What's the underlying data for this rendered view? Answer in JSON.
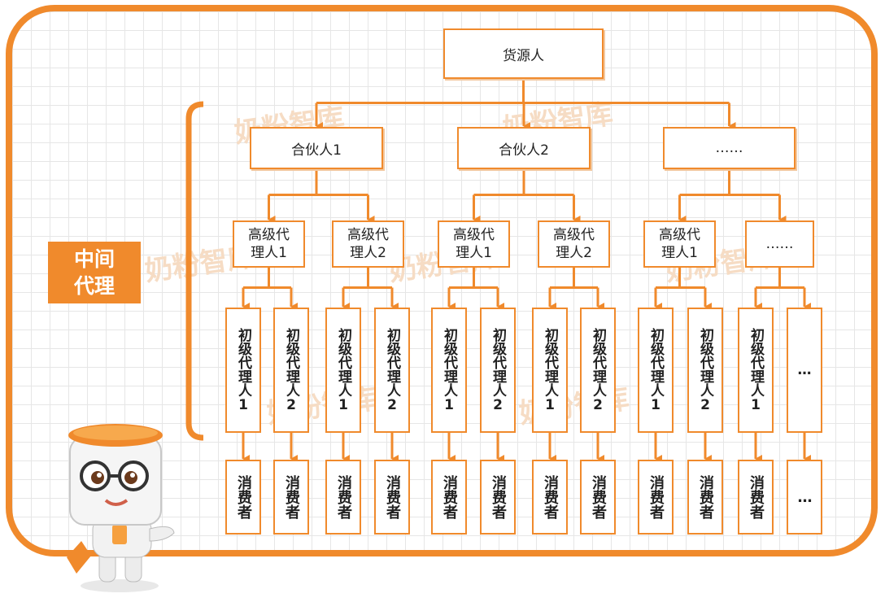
{
  "colors": {
    "accent": "#f08a2c",
    "grid": "#e6e6e6",
    "text": "#222222",
    "watermark": "#f6dcc4"
  },
  "side_label": {
    "line1": "中间",
    "line2": "代理"
  },
  "watermark_text": "奶粉智库",
  "root": {
    "label": "货源人"
  },
  "partners": [
    {
      "label": "合伙人1"
    },
    {
      "label": "合伙人2"
    },
    {
      "label": "……"
    }
  ],
  "senior_agents": [
    {
      "line1": "高级代",
      "line2": "理人1"
    },
    {
      "line1": "高级代",
      "line2": "理人2"
    },
    {
      "line1": "高级代",
      "line2": "理人1"
    },
    {
      "line1": "高级代",
      "line2": "理人2"
    },
    {
      "line1": "高级代",
      "line2": "理人1"
    },
    {
      "line1": "……",
      "line2": ""
    }
  ],
  "junior_agents": [
    {
      "label": "初级代理人1"
    },
    {
      "label": "初级代理人2"
    },
    {
      "label": "初级代理人1"
    },
    {
      "label": "初级代理人2"
    },
    {
      "label": "初级代理人1"
    },
    {
      "label": "初级代理人2"
    },
    {
      "label": "初级代理人1"
    },
    {
      "label": "初级代理人2"
    },
    {
      "label": "初级代理人1"
    },
    {
      "label": "初级代理人2"
    },
    {
      "label": "初级代理人1"
    },
    {
      "label": "…"
    }
  ],
  "consumers": [
    {
      "label": "消费者"
    },
    {
      "label": "消费者"
    },
    {
      "label": "消费者"
    },
    {
      "label": "消费者"
    },
    {
      "label": "消费者"
    },
    {
      "label": "消费者"
    },
    {
      "label": "消费者"
    },
    {
      "label": "消费者"
    },
    {
      "label": "消费者"
    },
    {
      "label": "消费者"
    },
    {
      "label": "消费者"
    },
    {
      "label": "…"
    }
  ]
}
